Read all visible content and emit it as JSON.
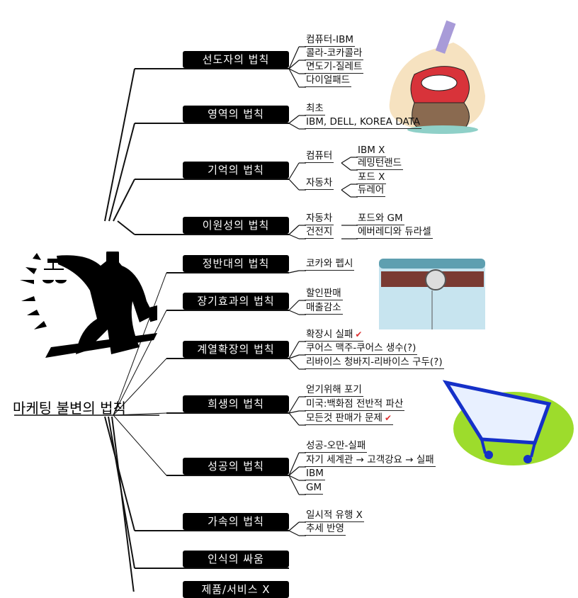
{
  "root": {
    "title": "마케팅 불변의 법칙"
  },
  "nodes": [
    {
      "label": "선도자의 법칙",
      "children": [
        {
          "text": "컴퓨터-IBM"
        },
        {
          "text": "콜라-코카콜라"
        },
        {
          "text": "면도기-질레트"
        },
        {
          "text": "다이얼패드"
        }
      ]
    },
    {
      "label": "영역의 법칙",
      "children": [
        {
          "text": "최초"
        },
        {
          "text": "IBM, DELL, KOREA DATA"
        }
      ]
    },
    {
      "label": "기억의 법칙",
      "children": [
        {
          "text": "컴퓨터",
          "children": [
            {
              "text": "IBM X"
            },
            {
              "text": "레밍턴랜드"
            }
          ]
        },
        {
          "text": "자동차",
          "children": [
            {
              "text": "포드 X"
            },
            {
              "text": "듀레어"
            }
          ]
        }
      ]
    },
    {
      "label": "이원성의 법칙",
      "children": [
        {
          "text": "자동차",
          "children": [
            {
              "text": "포드와 GM"
            }
          ]
        },
        {
          "text": "건전지",
          "children": [
            {
              "text": "에버레디와 듀라셀"
            }
          ]
        }
      ]
    },
    {
      "label": "정반대의 법칙",
      "children": [
        {
          "text": "코카와 펩시"
        }
      ]
    },
    {
      "label": "장기효과의 법칙",
      "children": [
        {
          "text": "할인판매"
        },
        {
          "text": "매출감소"
        }
      ]
    },
    {
      "label": "계열확장의 법칙",
      "children": [
        {
          "text": "확장시 실패",
          "check": true
        },
        {
          "text": "쿠어스 맥주-쿠어스 생수(?)"
        },
        {
          "text": "리바이스 청바지-리바이스 구두(?)"
        }
      ]
    },
    {
      "label": "희생의 법칙",
      "children": [
        {
          "text": "얻기위해 포기"
        },
        {
          "text": "미국:백화점 전반적 파산"
        },
        {
          "text": "모든것 판매가 문제",
          "check": true
        }
      ]
    },
    {
      "label": "성공의 법칙",
      "children": [
        {
          "text": "성공-오만-실패"
        },
        {
          "text": "자기 세계관 → 고객강요 → 실패"
        },
        {
          "text": "IBM"
        },
        {
          "text": "GM"
        }
      ]
    },
    {
      "label": "가속의 법칙",
      "children": [
        {
          "text": "일시적 유행 X"
        },
        {
          "text": "추세 반영"
        }
      ]
    },
    {
      "label": "인식의 싸움",
      "children": []
    },
    {
      "label": "제품/서비스 X",
      "children": []
    }
  ],
  "colors": {
    "node_bg": "#000000",
    "check": "#dd3333"
  }
}
